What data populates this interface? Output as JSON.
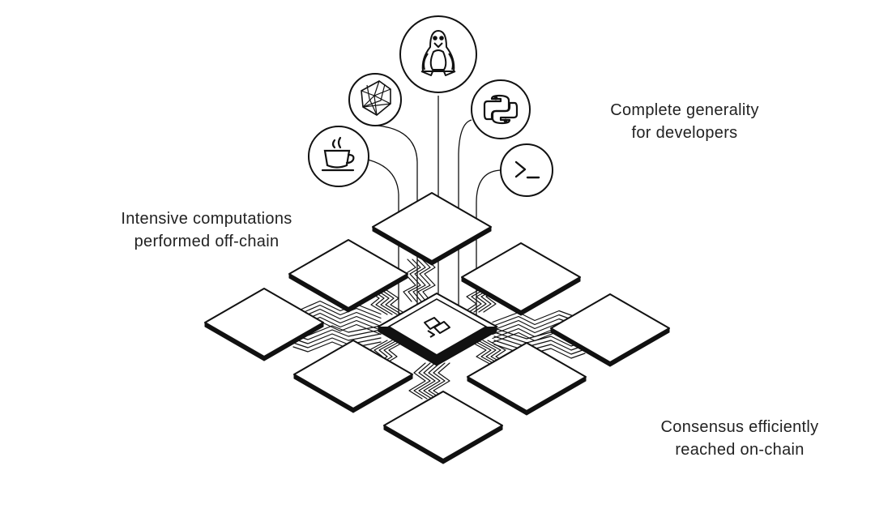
{
  "captions": {
    "developers": [
      "Complete generality",
      "for developers"
    ],
    "off_chain": [
      "Intensive computations",
      "performed off-chain"
    ],
    "on_chain": [
      "Consensus efficiently",
      "reached on-chain"
    ]
  },
  "icons": [
    "java-cup-icon",
    "ruby-gem-icon",
    "linux-penguin-icon",
    "python-icon",
    "terminal-icon"
  ],
  "colors": {
    "stroke": "#111111",
    "background": "#ffffff"
  }
}
